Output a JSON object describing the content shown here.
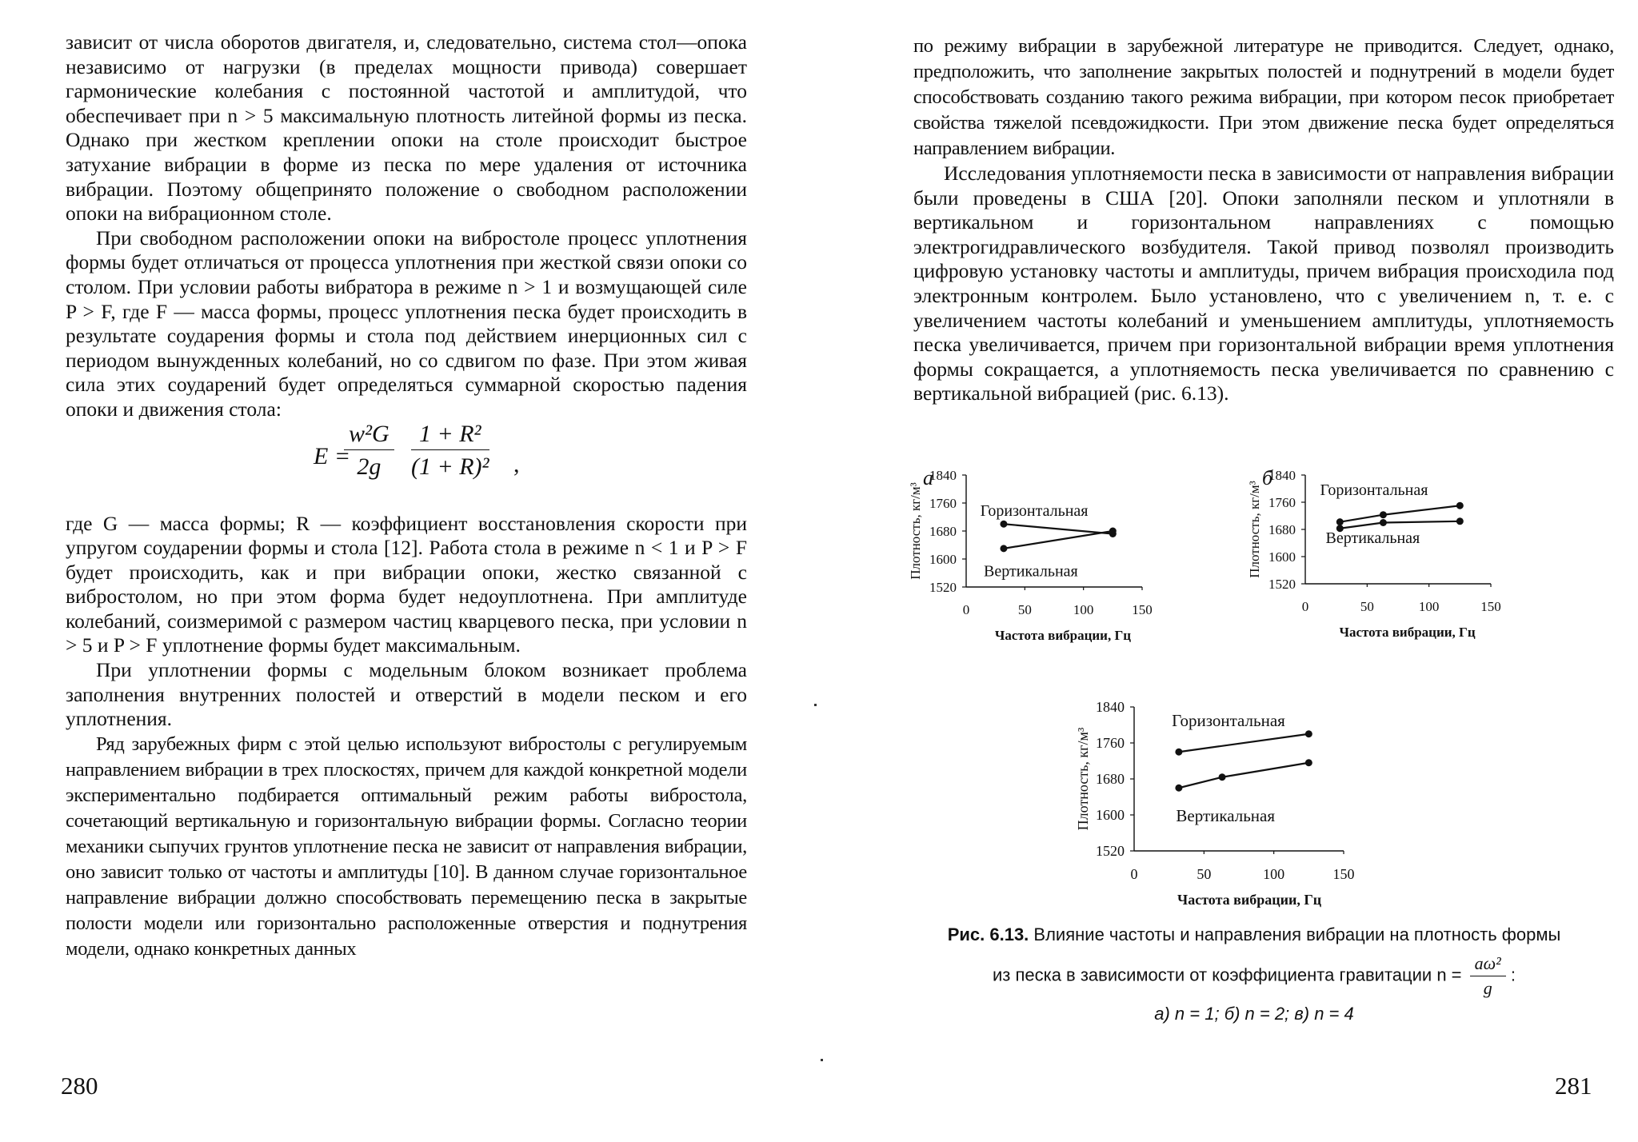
{
  "left_page": {
    "paragraphs": [
      "зависит от числа оборотов двигателя, и, следовательно, система стол—опока независимо от нагрузки (в пределах мощности привода) совершает гармонические колебания с постоянной частотой и амплитудой, что обеспечивает при n > 5 максимальную плотность литейной формы из песка. Однако при жестком креплении опоки на столе происходит быстрое затухание вибрации в форме из песка по мере удаления от источника вибрации. Поэтому общепринято положение о свободном расположении опоки на вибрационном столе.",
      "При свободном расположении опоки на вибростоле процесс уплотнения формы будет отличаться от процесса уплотнения при жесткой связи опоки со столом. При условии работы вибратора в режиме n > 1 и возмущающей силе P > F, где F — масса формы, процесс уплотнения песка будет происходить в результате соударения формы и стола под действием инерционных сил с периодом вынужденных колебаний, но со сдвигом по фазе. При этом живая сила этих соударений будет определяться суммарной скоростью падения опоки и движения стола:",
      "где G — масса формы; R — коэффициент восстановления скорости при упругом соударении формы и стола [12]. Работа стола в режиме n < 1 и P > F будет происходить, как и при вибрации опоки, жестко связанной с вибростолом, но при этом форма будет недоуплотнена. При амплитуде колебаний, соизмеримой с размером частиц кварцевого песка, при условии n > 5 и P > F уплотнение формы будет максимальным.",
      "При уплотнении формы с модельным блоком возникает проблема заполнения внутренних полостей и отверстий в модели песком и его уплотнения.",
      "Ряд зарубежных фирм с этой целью используют вибростолы с регулируемым направлением вибрации в трех плоскостях, причем для каждой конкретной модели экспериментально подбирается оптимальный режим работы вибростола, сочетающий вертикальную и горизонтальную вибрации формы. Согласно теории механики сыпучих грунтов уплотнение песка не зависит от направления вибрации, оно зависит только от частоты и амплитуды [10]. В данном случае горизонтальное направление вибрации должно способствовать перемещению песка в закрытые полости модели или горизонтально расположенные отверстия и поднутрения модели, однако конкретных данных"
    ],
    "formula": {
      "lhs": "E =",
      "frac1_num": "w²G",
      "frac1_den": "2g",
      "frac2_num": "1 + R²",
      "frac2_den": "(1 + R)²",
      "trail": ","
    },
    "page_number": "280"
  },
  "right_page": {
    "paragraphs": [
      "по режиму вибрации в зарубежной литературе не приводится. Следует, однако, предположить, что заполнение закрытых полостей и поднутрений в модели будет способствовать созданию такого режима вибрации, при котором песок приобретает свойства тяжелой псевдожидкости. При этом движение песка будет определяться направлением вибрации.",
      "Исследования уплотняемости песка в зависимости от направления вибрации были проведены в США [20]. Опоки заполняли песком и уплотняли в вертикальном и горизонтальном направлениях с помощью электрогидравлического возбудителя. Такой привод позволял производить цифровую установку частоты и амплитуды, причем вибрация происходила под электронным контролем. Было установлено, что с увеличением n, т. е. с увеличением частоты колебаний и уменьшением амплитуды, уплотняемость песка увеличивается, причем при горизонтальной вибрации время уплотнения формы сокращается, а уплотняемость песка увеличивается по сравнению с вертикальной вибрацией (рис. 6.13)."
    ],
    "caption": {
      "label": "Рис. 6.13.",
      "line1": "Влияние частоты и направления вибрации на плотность формы",
      "line2": "из песка в зависимости от коэффициента гравитации n =",
      "formula_num": "aω²",
      "formula_den": "g",
      "formula_trail": ":",
      "line3": "а) n = 1; б) n = 2; в) n = 4"
    },
    "page_number": "281"
  },
  "chart_data": [
    {
      "type": "line",
      "panel_label": "а",
      "xlabel": "Частота вибрации, Гц",
      "ylabel": "Плотность, кг/м³",
      "xlim": [
        0,
        150
      ],
      "ylim": [
        1520,
        1840
      ],
      "xticks": [
        0,
        50,
        100,
        150
      ],
      "yticks": [
        1520,
        1600,
        1680,
        1760,
        1840
      ],
      "grid": false,
      "series": [
        {
          "name": "Горизонтальная",
          "x": [
            32,
            125
          ],
          "y": [
            1700,
            1672
          ]
        },
        {
          "name": "Вертикальная",
          "x": [
            32,
            125
          ],
          "y": [
            1630,
            1680
          ]
        }
      ]
    },
    {
      "type": "line",
      "panel_label": "б",
      "xlabel": "Частота вибрации, Гц",
      "ylabel": "Плотность, кг/м³",
      "xlim": [
        0,
        150
      ],
      "ylim": [
        1520,
        1840
      ],
      "xticks": [
        0,
        50,
        100,
        150
      ],
      "yticks": [
        1520,
        1600,
        1680,
        1760,
        1840
      ],
      "grid": false,
      "series": [
        {
          "name": "Горизонтальная",
          "x": [
            28,
            63,
            125
          ],
          "y": [
            1702,
            1723,
            1750
          ]
        },
        {
          "name": "Вертикальная",
          "x": [
            28,
            63,
            125
          ],
          "y": [
            1683,
            1700,
            1704
          ]
        }
      ]
    },
    {
      "type": "line",
      "panel_label": "",
      "xlabel": "Частота вибрации, Гц",
      "ylabel": "Плотность, кг/м³",
      "xlim": [
        0,
        150
      ],
      "ylim": [
        1520,
        1840
      ],
      "xticks": [
        0,
        50,
        100,
        150
      ],
      "yticks": [
        1520,
        1600,
        1680,
        1760,
        1840
      ],
      "grid": false,
      "series": [
        {
          "name": "Горизонтальная",
          "x": [
            32,
            125
          ],
          "y": [
            1740,
            1780
          ]
        },
        {
          "name": "Вертикальная",
          "x": [
            32,
            63,
            125
          ],
          "y": [
            1660,
            1684,
            1716
          ]
        }
      ]
    }
  ]
}
